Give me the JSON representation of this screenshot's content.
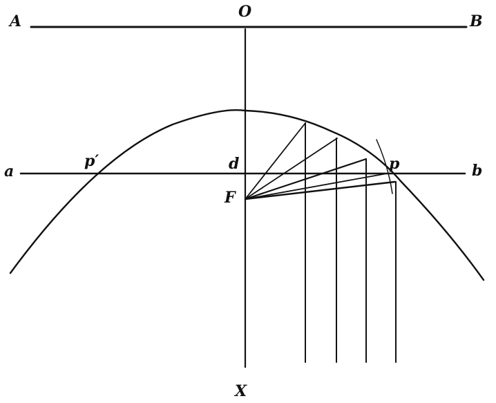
{
  "diagram": {
    "type": "geometric construction of a parabola",
    "stroke_color": "#111111",
    "background": "#ffffff",
    "labels": {
      "A": "A",
      "O": "O",
      "B": "B",
      "a": "a",
      "p_prime": "p′",
      "d": "d",
      "p": "p",
      "b": "b",
      "F": "F",
      "X": "X"
    },
    "elements": [
      "directrix line AB",
      "axis line OX",
      "parabola curve",
      "horizontal line ab through d",
      "focus point F",
      "points p and p′ on parabola",
      "radii from F to parabola",
      "vertical lines from parabola points down"
    ]
  }
}
